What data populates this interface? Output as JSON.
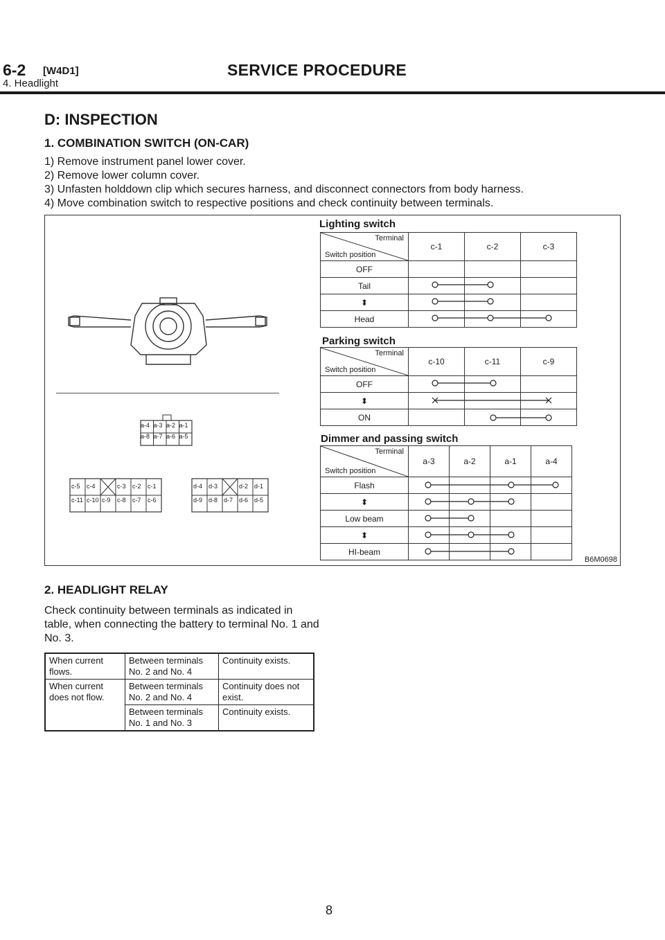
{
  "header": {
    "section_number": "6-2",
    "section_code": "[W4D1]",
    "section_title": "SERVICE PROCEDURE",
    "subsection": "4. Headlight"
  },
  "heading": "D: INSPECTION",
  "sub1": {
    "title": "1. COMBINATION SWITCH (ON-CAR)",
    "steps": [
      "1) Remove instrument panel lower cover.",
      "2) Remove lower column cover.",
      "3) Unfasten holddown clip which secures harness, and disconnect connectors from body harness.",
      "4) Move combination switch to respective positions and check continuity between terminals."
    ]
  },
  "figure": {
    "id": "B6M0698",
    "terminal_label": "Terminal",
    "switch_position_label": "Switch position",
    "connector_a": [
      "a-4",
      "a-3",
      "a-2",
      "a-1",
      "a-8",
      "a-7",
      "a-6",
      "a-5"
    ],
    "connector_c": [
      "c-5",
      "c-4",
      "c-3",
      "c-2",
      "c-1",
      "c-11",
      "c-10",
      "c-9",
      "c-8",
      "c-7",
      "c-6"
    ],
    "connector_d": [
      "d-4",
      "d-3",
      "d-2",
      "d-1",
      "d-9",
      "d-8",
      "d-7",
      "d-6",
      "d-5"
    ],
    "lighting": {
      "caption": "Lighting switch",
      "terminals": [
        "c-1",
        "c-2",
        "c-3"
      ],
      "rows": [
        "OFF",
        "Tail",
        "⬍",
        "Head"
      ]
    },
    "parking": {
      "caption": "Parking switch",
      "terminals": [
        "c-10",
        "c-11",
        "c-9"
      ],
      "rows": [
        "OFF",
        "⬍",
        "ON"
      ]
    },
    "dimmer": {
      "caption": "Dimmer and passing switch",
      "terminals": [
        "a-3",
        "a-2",
        "a-1",
        "a-4"
      ],
      "rows": [
        "Flash",
        "⬍",
        "Low beam",
        "⬍",
        "HI-beam"
      ]
    }
  },
  "sub2": {
    "title": "2. HEADLIGHT RELAY",
    "paragraph": "Check continuity between terminals as indicated in table, when connecting the battery to terminal No. 1 and No. 3.",
    "table": [
      [
        "When current flows.",
        "Between terminals No. 2 and No. 4",
        "Continuity exists."
      ],
      [
        "When current does not flow.",
        "Between terminals No. 2 and No. 4",
        "Continuity does not exist."
      ],
      [
        "",
        "Between terminals No. 1 and No. 3",
        "Continuity exists."
      ]
    ]
  },
  "page_number": "8"
}
